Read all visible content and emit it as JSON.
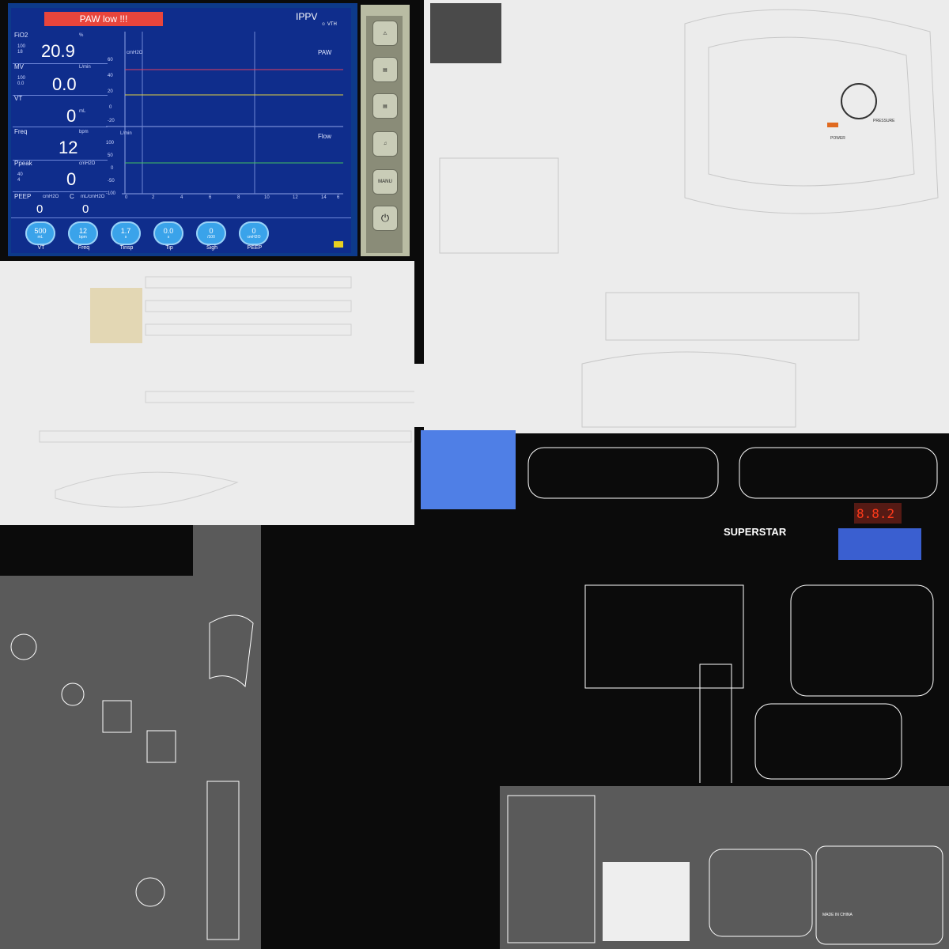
{
  "ventilator": {
    "alarm": "PAW low !!!",
    "mode": "IPPV",
    "mode_sub": "VTH",
    "params": [
      {
        "label": "FiO2",
        "unit": "%",
        "value": "20.9",
        "lim_hi": "100",
        "lim_lo": "18"
      },
      {
        "label": "MV",
        "unit": "L/min",
        "value": "0.0",
        "lim_hi": "100",
        "lim_lo": "0.0"
      },
      {
        "label": "VT",
        "unit": "mL",
        "value": "0",
        "lim_hi": "",
        "lim_lo": ""
      },
      {
        "label": "Freq",
        "unit": "bpm",
        "value": "12",
        "lim_hi": "",
        "lim_lo": ""
      },
      {
        "label": "Ppeak",
        "unit": "cmH2O",
        "value": "0",
        "lim_hi": "40",
        "lim_lo": "4"
      }
    ],
    "peep": {
      "label": "PEEP",
      "unit": "cmH2O",
      "value": "0"
    },
    "compliance": {
      "label": "C",
      "unit": "mL/cmH2O",
      "value": "0"
    },
    "paw_chart": {
      "title": "PAW",
      "unit": "cmH2O",
      "ticks": [
        "60",
        "40",
        "20",
        "0",
        "-20"
      ]
    },
    "flow_chart": {
      "title": "Flow",
      "unit": "L/min",
      "ticks": [
        "100",
        "50",
        "0",
        "-50",
        "-100"
      ]
    },
    "time_ticks": [
      "0",
      "2",
      "4",
      "6",
      "8",
      "10",
      "12",
      "14",
      "6"
    ],
    "settings": [
      {
        "value": "500",
        "unit": "mL",
        "name": "VT"
      },
      {
        "value": "12",
        "unit": "bpm",
        "name": "Freq"
      },
      {
        "value": "1.7",
        "unit": "s",
        "name": "Tinsp"
      },
      {
        "value": "0.0",
        "unit": "s",
        "name": "Tip"
      },
      {
        "value": "0",
        "unit": "/100",
        "name": "Sigh"
      },
      {
        "value": "0",
        "unit": "cmH2O",
        "name": "PEEP"
      }
    ],
    "keys": [
      {
        "icon": "alarm-mute-icon",
        "label": ""
      },
      {
        "icon": "screen-icon",
        "label": ""
      },
      {
        "icon": "document-icon",
        "label": ""
      },
      {
        "icon": "bell-icon",
        "label": ""
      },
      {
        "icon": "menu-key",
        "label": "MANU"
      },
      {
        "icon": "power-icon",
        "label": ""
      }
    ],
    "colors": {
      "screen": "#0f2d8c",
      "alarm": "#e8453c",
      "setting": "#3aa3ea",
      "paw_line": "#e04060",
      "vt_line": "#e0d040",
      "flow_line": "#40c060"
    }
  },
  "texture_labels": {
    "brand": "SUPERSTAR",
    "display_digits": "8.8.2",
    "power": "POWER",
    "pressure": "PRESSURE",
    "made_in": "MADE IN CHINA"
  }
}
